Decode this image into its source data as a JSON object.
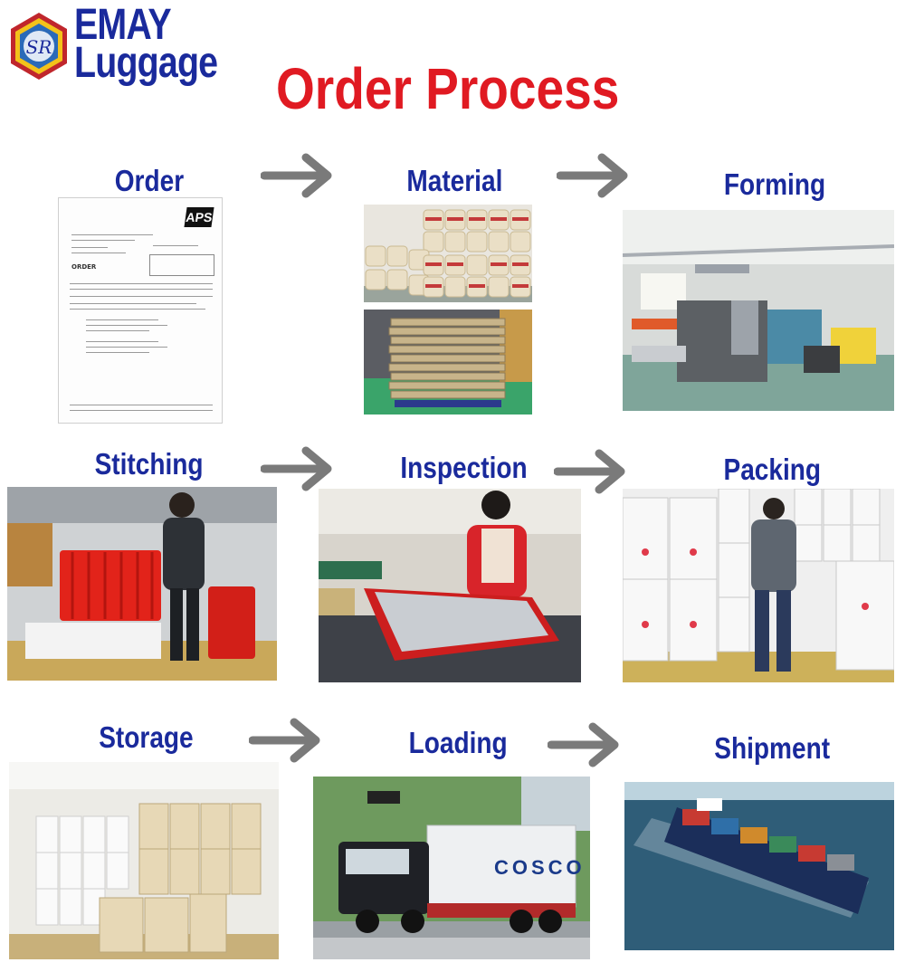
{
  "brand": {
    "line1": "EMAY",
    "line2": "Luggage",
    "monogram": "SR"
  },
  "title": "Order Process",
  "colors": {
    "title": "#e01a22",
    "step_titles": "#1a2a9c",
    "arrows": "#7a7a7a"
  },
  "steps": [
    {
      "label": "Order"
    },
    {
      "label": "Material"
    },
    {
      "label": "Forming"
    },
    {
      "label": "Stitching"
    },
    {
      "label": "Inspection"
    },
    {
      "label": "Packing"
    },
    {
      "label": "Storage"
    },
    {
      "label": "Loading"
    },
    {
      "label": "Shipment"
    }
  ],
  "order_doc": {
    "logo": "APS",
    "heading": "ORDER"
  },
  "truck": {
    "container_text": "COSCO"
  },
  "icons": [
    "arrow-right-icon",
    "emay-logo-icon"
  ]
}
